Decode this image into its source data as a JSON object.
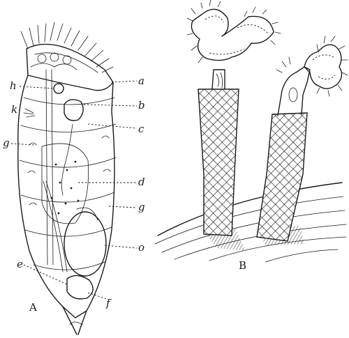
{
  "figure_a": {
    "caption": "A",
    "labels": {
      "a": "a",
      "b": "b",
      "c": "c",
      "d": "d",
      "e": "e",
      "f": "f",
      "g_left": "g",
      "g_right": "g",
      "h": "h",
      "k": "k",
      "o": "o"
    }
  },
  "figure_b": {
    "caption": "B"
  },
  "colors": {
    "ink": "#1a1a1a",
    "paper": "#ffffff"
  }
}
